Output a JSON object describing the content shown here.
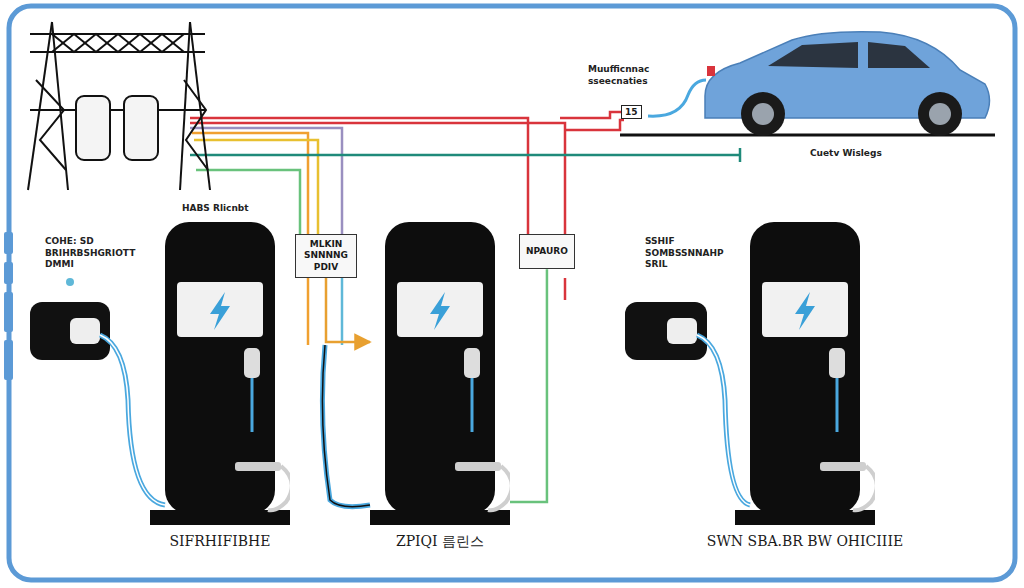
{
  "diagram": {
    "nodes": [
      {
        "text": [
          "15"
        ]
      },
      {
        "text": [
          "SIFRHIFIBHE"
        ]
      },
      {
        "text": [
          "MLKIN SNNNNG PDIV"
        ]
      },
      {
        "text": [
          "ZPIQI 름린스"
        ]
      },
      {
        "text": [
          "NPAURO"
        ]
      },
      {
        "text": [
          "SWN SBA.BR BW OHICIIIE"
        ]
      }
    ],
    "edges": [
      {
        "from": 2,
        "to": 3,
        "arrow": "to"
      },
      {
        "from": 4,
        "to": 3,
        "arrow": "none"
      }
    ],
    "labels": [
      "Muufficnnac sseecnaties",
      "Cuetv Wislegs",
      "HABS Rlicnbt",
      "COHE: SD BRIHRBSHGRIOTT DMMI",
      "SSHIF SOMBSSNNAHP SRIL"
    ]
  }
}
